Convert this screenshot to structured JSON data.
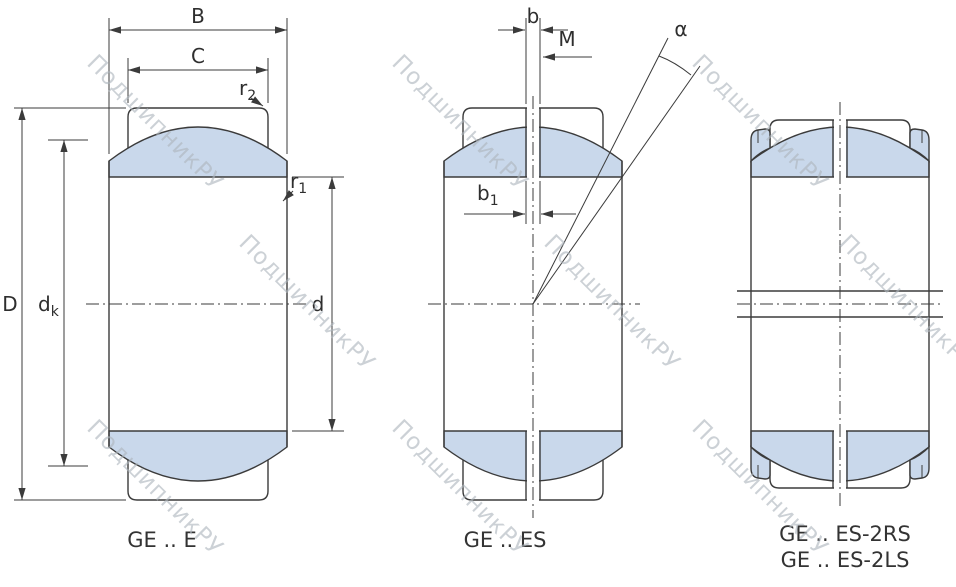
{
  "page": {
    "background": "#ffffff"
  },
  "watermark": {
    "text": "ПодшипникРУ",
    "color": "#aeb6bd"
  },
  "colors": {
    "line": "#3b3b3b",
    "bearing_section_fill": "#c9d8eb",
    "label_text": "#2e2e2e"
  },
  "figures": {
    "ge_e": {
      "caption": "GE .. E",
      "dims": {
        "B": "B",
        "C": "C",
        "D": "D",
        "d": "d",
        "dk_base": "d",
        "dk_sub": "k",
        "r1_base": "r",
        "r1_sub": "1",
        "r2_base": "r",
        "r2_sub": "2"
      }
    },
    "ge_es": {
      "caption": "GE .. ES",
      "dims": {
        "b": "b",
        "M": "M",
        "b1_base": "b",
        "b1_sub": "1",
        "alpha": "α"
      }
    },
    "ge_es_2rs": {
      "caption_line1": "GE .. ES-2RS",
      "caption_line2": "GE .. ES-2LS"
    }
  }
}
